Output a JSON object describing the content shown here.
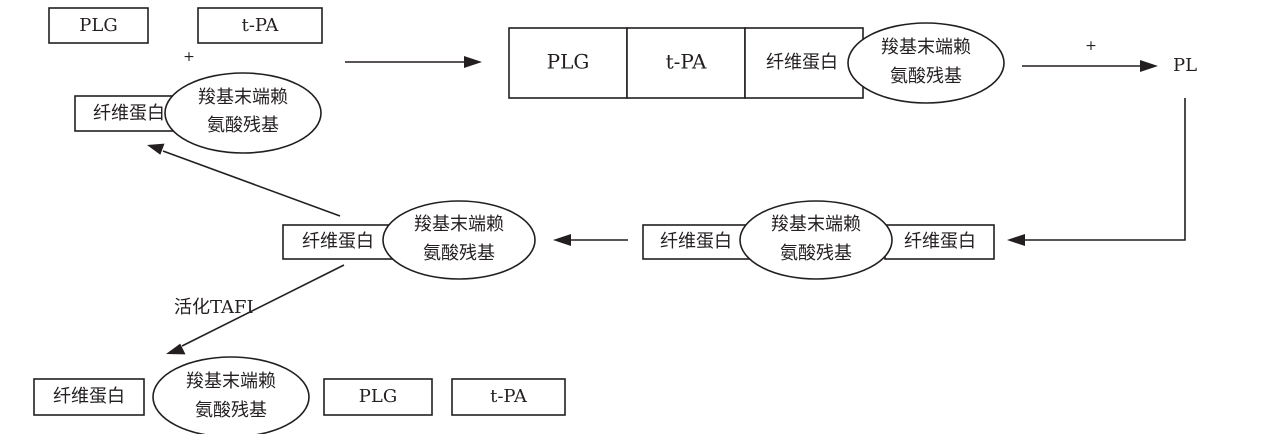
{
  "labels": {
    "plg": "PLG",
    "tpa": "t-PA",
    "fibrin": "纤维蛋白",
    "lys_line1": "羧基末端赖",
    "lys_line2": "氨酸残基",
    "pl": "PL",
    "plus": "+",
    "activate_tafi": "活化TAFI"
  },
  "colors": {
    "ink": "#231f20",
    "background": "#ffffff"
  }
}
